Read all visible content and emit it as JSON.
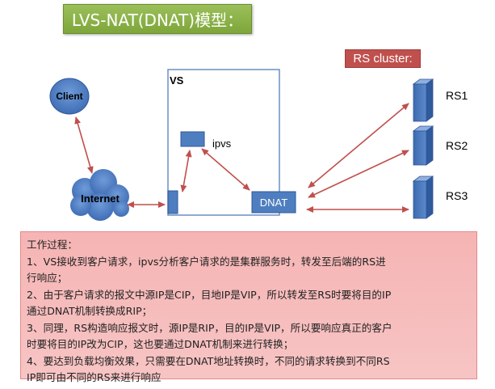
{
  "title": "LVS-NAT(DNAT)模型：",
  "rs_cluster_label": "RS cluster:",
  "nodes": {
    "client": "Client",
    "internet": "Internet",
    "vs": "VS",
    "ipvs": "ipvs",
    "dnat": "DNAT",
    "rs1": "RS1",
    "rs2": "RS2",
    "rs3": "RS3"
  },
  "colors": {
    "title_bg": "#8cb14b",
    "cluster_label_bg": "#c0504d",
    "node_fill": "#4f7ec0",
    "arrow": "#c0504d",
    "vs_border": "#6a8fc4",
    "panel_bg": "#f6b8b8"
  },
  "description_lines": [
    "工作过程：",
    "1、VS接收到客户请求，ipvs分析客户请求的是集群服务时，转发至后端的RS进",
    "行响应；",
    "2、由于客户请求的报文中源IP是CIP，目地IP是VIP，所以转发至RS时要将目的IP",
    "通过DNAT机制转换成RIP；",
    "3、同理，RS构造响应报文时，源IP是RIP，目的IP是VIP，所以要响应真正的客户",
    "时要将目的IP改为CIP，这也要通过DNAT机制来进行转换；",
    "4、要达到负载均衡效果，只需要在DNAT地址转换时，不同的请求转换到不同RS",
    "IP即可由不同的RS来进行响应"
  ]
}
